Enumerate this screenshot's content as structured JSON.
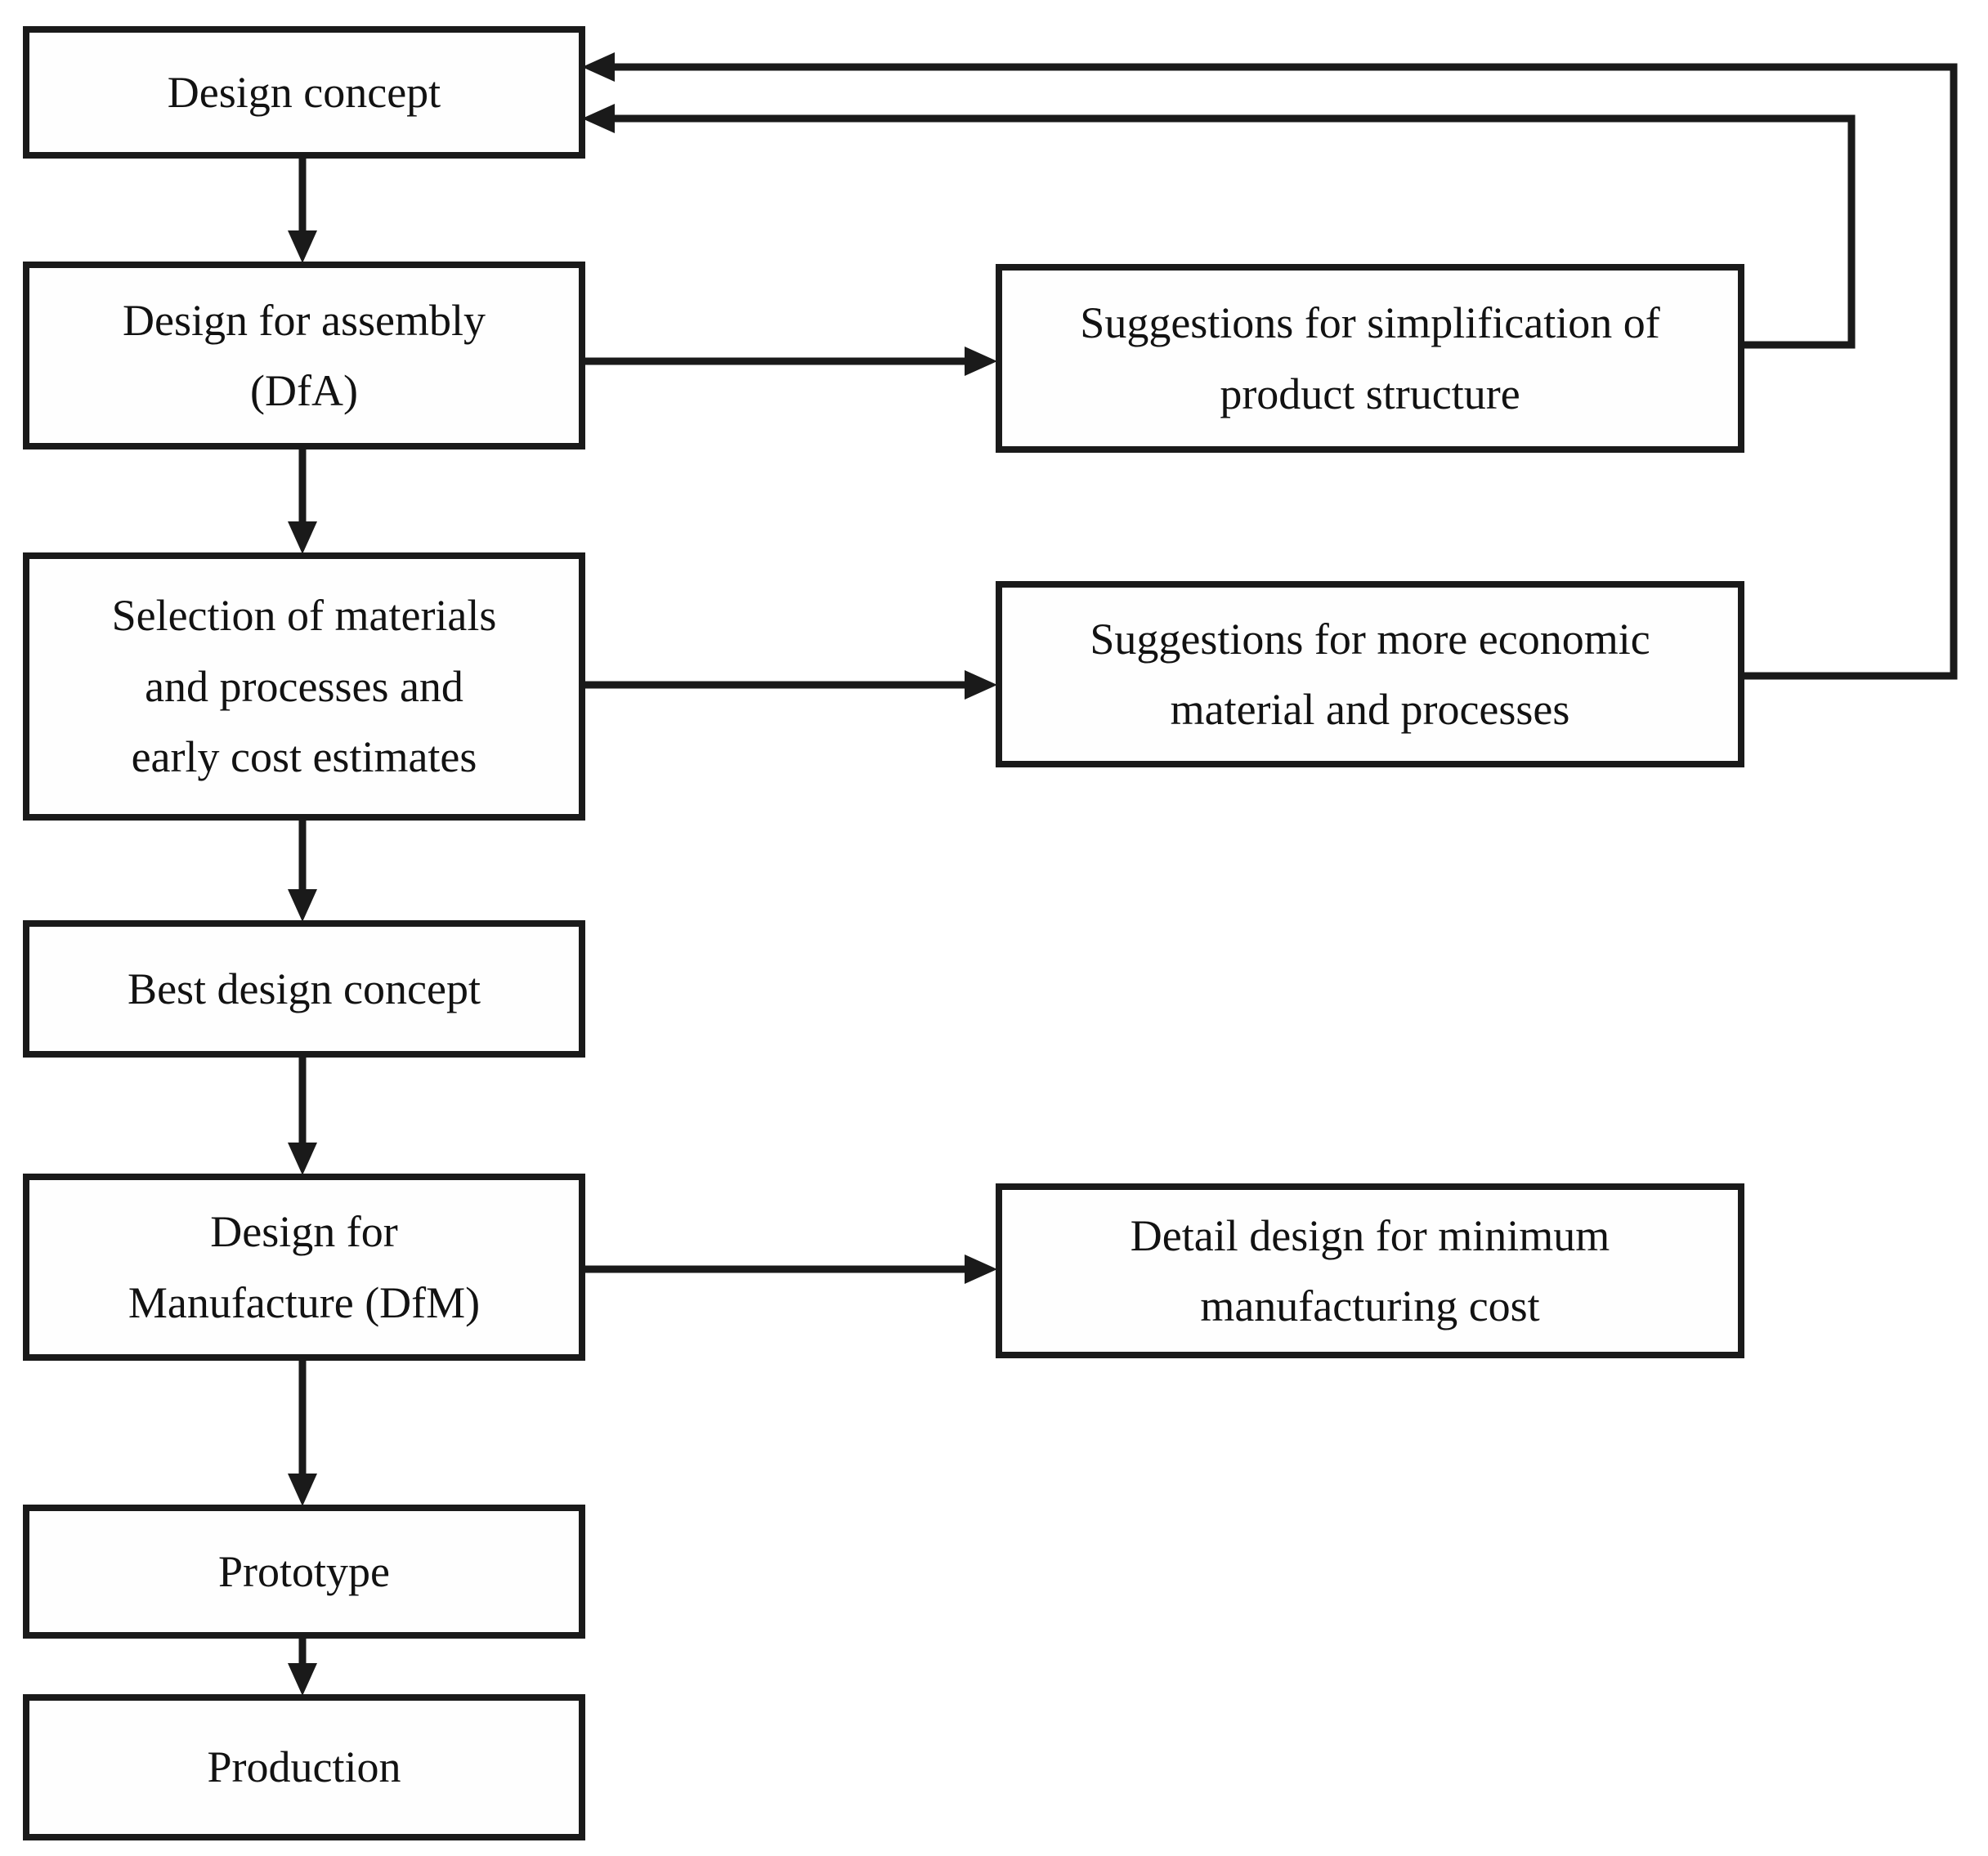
{
  "diagram": {
    "type": "flowchart",
    "background_color": "#ffffff",
    "line_color": "#1a1a1a",
    "box_fill_color": "#fefefe",
    "nodes": {
      "design_concept": {
        "label": "Design concept"
      },
      "dfa": {
        "label": "Design for assembly\n(DfA)"
      },
      "selection": {
        "label": "Selection of materials\nand processes and\nearly cost estimates"
      },
      "best_design_concept": {
        "label": "Best design concept"
      },
      "dfm": {
        "label": "Design for\nManufacture (DfM)"
      },
      "prototype": {
        "label": "Prototype"
      },
      "production": {
        "label": "Production"
      },
      "suggestions_structure": {
        "label": "Suggestions for simplification of\nproduct structure"
      },
      "suggestions_material": {
        "label": "Suggestions for more economic\nmaterial and processes"
      },
      "detail_design": {
        "label": "Detail design for minimum\nmanufacturing cost"
      }
    },
    "edges": [
      "design_concept -> dfa",
      "dfa -> selection",
      "selection -> best_design_concept",
      "best_design_concept -> dfm",
      "dfm -> prototype",
      "prototype -> production",
      "dfa -> suggestions_structure",
      "selection -> suggestions_material",
      "dfm -> detail_design",
      "suggestions_structure -> design_concept (feedback)",
      "suggestions_material -> design_concept (feedback)"
    ]
  }
}
